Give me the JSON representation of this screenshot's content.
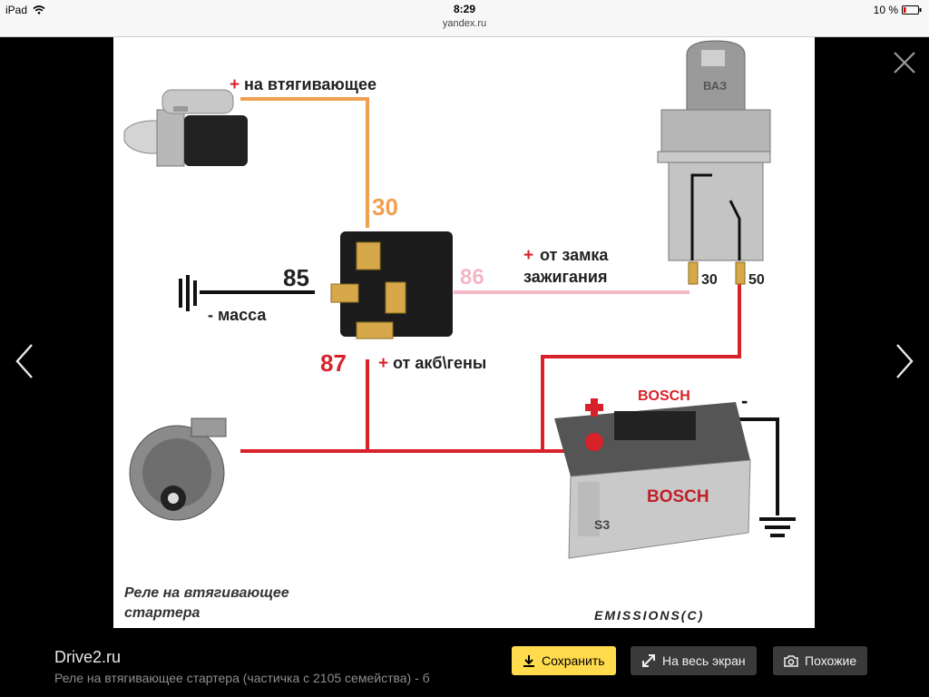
{
  "status": {
    "device": "iPad",
    "time": "8:29",
    "battery": "10 %"
  },
  "browser": {
    "url": "yandex.ru"
  },
  "diagram": {
    "label_plus_retract": "на втягивающее",
    "plus_sign": "+",
    "minus_sign": "-",
    "pin30": "30",
    "pin85": "85",
    "pin86": "86",
    "pin87": "87",
    "ground_label": "- масса",
    "ignition_line1": "от замка",
    "ignition_line2": "зажигания",
    "battery_gen_label": "от акб\\гены",
    "lock_brand": "ВАЗ",
    "lock_pin30": "30",
    "lock_pin50": "50",
    "battery_brand": "BOSCH",
    "battery_model": "S3",
    "caption_line1": "Реле на втягивающее",
    "caption_line2": "стартера",
    "watermark": "EMISSIONS(C)"
  },
  "caption": {
    "title": "Drive2.ru",
    "subtitle": "Реле на втягивающее стартера (частичка с 2105 семейства) - б"
  },
  "buttons": {
    "save": "Сохранить",
    "fullscreen": "На весь экран",
    "similar": "Похожие"
  },
  "colors": {
    "accent": "#ffdb4d",
    "wire_orange": "#f0a050",
    "wire_red": "#d8222a",
    "wire_pink": "#f2b8c6"
  }
}
